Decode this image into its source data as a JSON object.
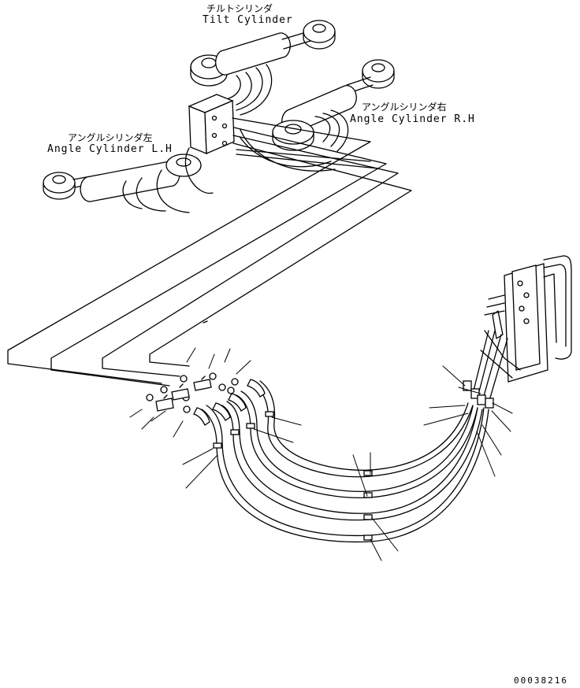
{
  "labels": {
    "tilt_cylinder_jp": "チルトシリンダ",
    "tilt_cylinder_en": "Tilt Cylinder",
    "angle_cylinder_rh_jp": "アングルシリンダ右",
    "angle_cylinder_rh_en": "Angle Cylinder R.H",
    "angle_cylinder_lh_jp": "アングルシリンダ左",
    "angle_cylinder_lh_en": "Angle Cylinder L.H"
  },
  "drawing_number": "00038216"
}
